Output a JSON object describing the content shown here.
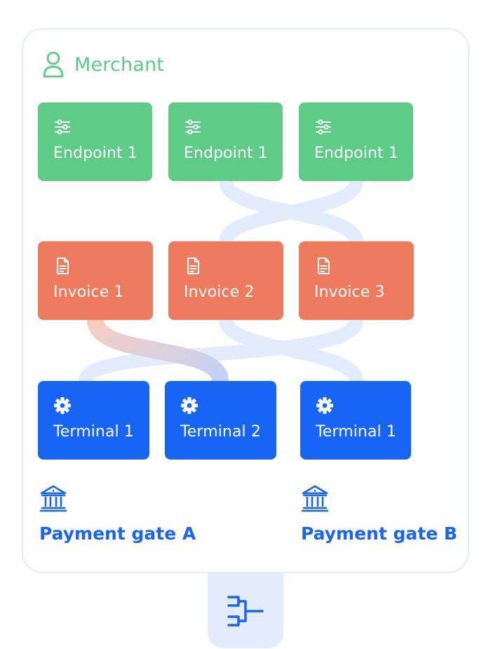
{
  "merchant": {
    "label": "Merchant",
    "icon": "user-icon"
  },
  "endpoints": [
    {
      "label": "Endpoint 1",
      "icon": "sliders-icon"
    },
    {
      "label": "Endpoint 1",
      "icon": "sliders-icon"
    },
    {
      "label": "Endpoint 1",
      "icon": "sliders-icon"
    }
  ],
  "invoices": [
    {
      "label": "Invoice 1",
      "icon": "document-icon"
    },
    {
      "label": "Invoice 2",
      "icon": "document-icon"
    },
    {
      "label": "Invoice 3",
      "icon": "document-icon"
    }
  ],
  "terminals": [
    {
      "label": "Terminal 1",
      "icon": "gear-icon"
    },
    {
      "label": "Terminal 2",
      "icon": "gear-icon"
    },
    {
      "label": "Terminal 1",
      "icon": "gear-icon"
    }
  ],
  "gates": [
    {
      "label": "Payment gate A",
      "icon": "bank-icon"
    },
    {
      "label": "Payment gate B",
      "icon": "bank-icon"
    }
  ],
  "connector": {
    "icon": "merge-icon"
  },
  "colors": {
    "merchant": "#5cc985",
    "endpoint": "#5ecb86",
    "invoice": "#ef7b5e",
    "terminal": "#1865f5",
    "link": "#e3ecfc",
    "border": "#e3ebfa"
  }
}
